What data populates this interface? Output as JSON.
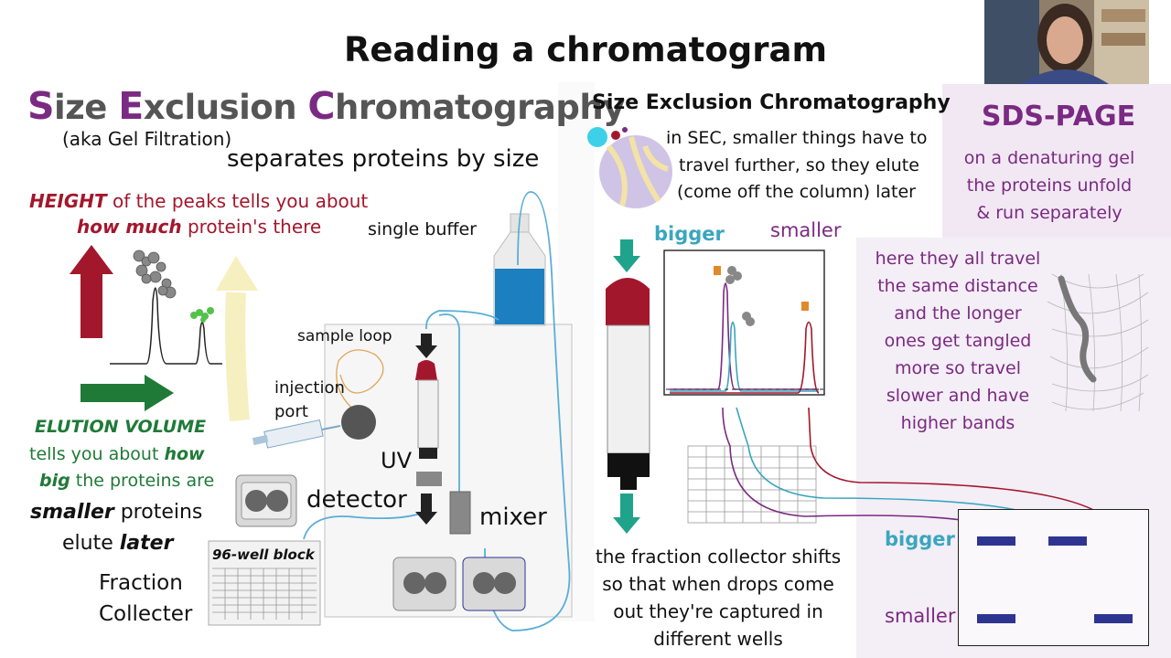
{
  "title": "Reading a chromatogram",
  "left": {
    "heading_initials": [
      "S",
      "E",
      "C"
    ],
    "heading_rest": [
      "ize ",
      "xclusion ",
      "hromatography"
    ],
    "aka": "(aka Gel Filtration)",
    "separates": "separates proteins by size",
    "height_bold": "HEIGHT",
    "height_rest": "of the peaks tells you about",
    "how_much_bold": "how much",
    "how_much_rest": "protein's there",
    "elution_bold": "ELUTION VOLUME",
    "tells_rest": "tells you about",
    "how_bold": "how",
    "big_bold": "big",
    "big_rest": "the proteins are",
    "smaller_bold": "smaller",
    "smaller_rest": "proteins",
    "elute_rest": "elute",
    "later_bold": "later",
    "fraction_1": "Fraction",
    "fraction_2": "Collecter",
    "well_block": "96-well block",
    "single_buffer": "single buffer",
    "sample_loop": "sample loop",
    "injection_1": "injection",
    "injection_2": "port",
    "uv": "UV",
    "detector": "detector",
    "mixer": "mixer"
  },
  "middle": {
    "heading": "Size Exclusion Chromatography",
    "sec_1": "in SEC, smaller things have to",
    "sec_2": "travel further, so they elute",
    "sec_3": "(come off the column) later",
    "bigger": "bigger",
    "smaller": "smaller",
    "collector_1": "the fraction collector shifts",
    "collector_2": "so that when drops come",
    "collector_3": "out they're captured in",
    "collector_4": "different wells"
  },
  "right": {
    "heading": "SDS-PAGE",
    "denat_1": "on a denaturing gel",
    "denat_2": "the proteins unfold",
    "denat_3": "& run separately",
    "here_1": "here they all travel",
    "here_2": "the same distance",
    "here_3": "and the longer",
    "here_4": "ones get tangled",
    "here_5": "more so travel",
    "here_6": "slower and have",
    "here_7": "higher bands",
    "bigger": "bigger",
    "smaller": "smaller"
  },
  "colors": {
    "purple": "#7a2a82",
    "teal": "#3aa6bf",
    "red": "#a3172c",
    "green": "#1f7a37",
    "band": "#2e3590",
    "buffer": "#1c7fc0"
  }
}
